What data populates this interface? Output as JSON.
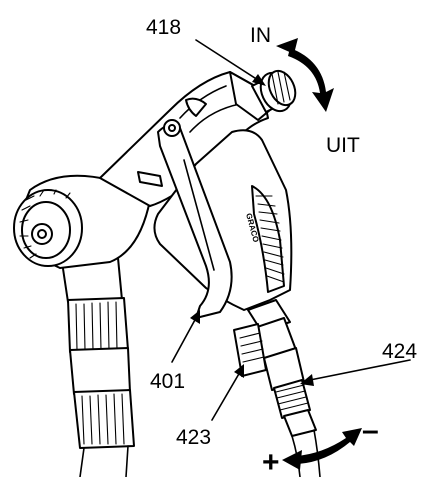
{
  "figure": {
    "callouts": {
      "part_418": "418",
      "in": "IN",
      "uit": "UIT",
      "part_401": "401",
      "part_424": "424",
      "part_423": "423",
      "plus": "+",
      "minus": "–"
    },
    "grip_lettering": "GRACO",
    "colors": {
      "ink": "#000000",
      "paper": "#ffffff"
    },
    "icons": [
      "curved-double-arrow-icon",
      "leader-arrow-icon"
    ]
  }
}
